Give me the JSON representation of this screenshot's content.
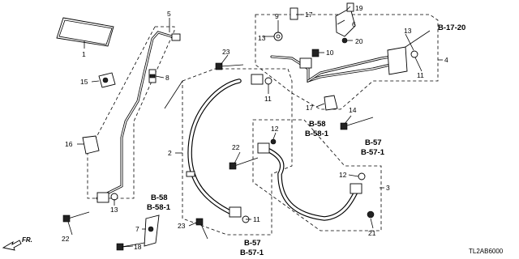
{
  "diagram_code": "TL2AB6000",
  "direction_label": "FR.",
  "refs": {
    "b1720": "B-17-20",
    "b58": "B-58",
    "b581": "B-58-1",
    "b57": "B-57",
    "b571": "B-57-1"
  },
  "callouts": {
    "n1": "1",
    "n2": "2",
    "n3": "3",
    "n4": "4",
    "n5": "5",
    "n6": "6",
    "n7": "7",
    "n8": "8",
    "n9": "9",
    "n10": "10",
    "n11": "11",
    "n12": "12",
    "n13": "13",
    "n14": "14",
    "n15": "15",
    "n16": "16",
    "n17": "17",
    "n18": "18",
    "n19": "19",
    "n20": "20",
    "n21": "21",
    "n22": "22",
    "n23": "23"
  }
}
